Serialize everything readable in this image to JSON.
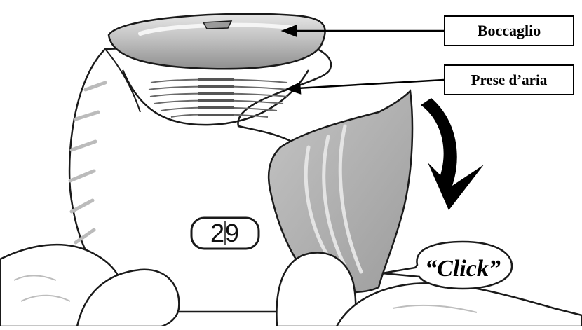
{
  "labels": {
    "mouthpiece": "Boccaglio",
    "air_vents": "Prese d’aria"
  },
  "counter": "29",
  "callout": "“Click”",
  "colors": {
    "outline": "#1a1a1a",
    "body_fill": "#ffffff",
    "cover_fill": "#b5b5b5",
    "mouthpiece_fill": "#c9c9c9",
    "arrow_fill": "#000000"
  }
}
